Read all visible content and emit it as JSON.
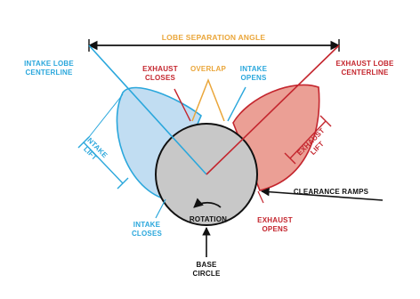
{
  "colors": {
    "intake": "#2aa7dc",
    "intake_fill": "#bcdaf1",
    "exhaust": "#c4262e",
    "exhaust_fill": "#e9958a",
    "overlap": "#eaa63a",
    "base_circle": "#c8c8c8",
    "ink": "#111111"
  },
  "labels": {
    "lobe_separation_angle": "LOBE SEPARATION ANGLE",
    "intake_centerline": [
      "INTAKE LOBE",
      "CENTERLINE"
    ],
    "exhaust_closes": [
      "EXHAUST",
      "CLOSES"
    ],
    "overlap": "OVERLAP",
    "intake_opens": [
      "INTAKE",
      "OPENS"
    ],
    "exhaust_centerline": [
      "EXHAUST LOBE",
      "CENTERLINE"
    ],
    "intake_lift": [
      "INTAKE",
      "LIFT"
    ],
    "exhaust_lift": [
      "EXHAUST",
      "LIFT"
    ],
    "clearance_ramps": "CLEARANCE RAMPS",
    "rotation": "ROTATION",
    "intake_closes": [
      "INTAKE",
      "CLOSES"
    ],
    "exhaust_opens": [
      "EXHAUST",
      "OPENS"
    ],
    "base_circle": [
      "BASE",
      "CIRCLE"
    ]
  }
}
